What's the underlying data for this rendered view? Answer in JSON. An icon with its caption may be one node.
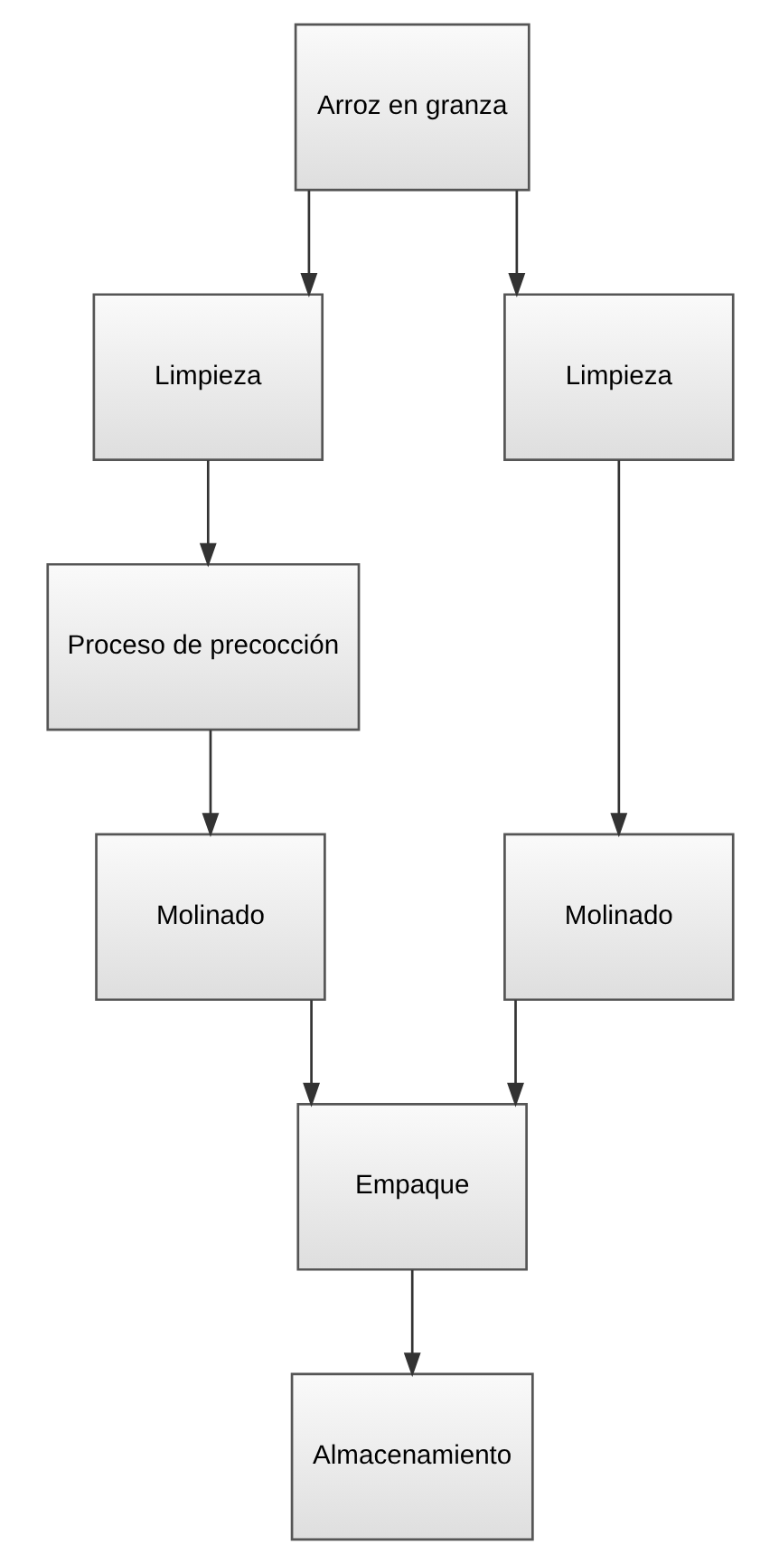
{
  "diagram": {
    "nodes": [
      {
        "text": [
          "Arroz en granza"
        ]
      },
      {
        "text": [
          "Limpieza"
        ]
      },
      {
        "text": [
          "Proceso de precocción"
        ]
      },
      {
        "text": [
          "Molinado"
        ]
      },
      {
        "text": [
          "Limpieza"
        ]
      },
      {
        "text": [
          "Molinado"
        ]
      },
      {
        "text": [
          "Empaque"
        ]
      },
      {
        "text": [
          "Almacenamiento"
        ]
      }
    ],
    "edges": [
      {
        "from": 0,
        "to": 1,
        "arrow": "to"
      },
      {
        "from": 0,
        "to": 4,
        "arrow": "to"
      },
      {
        "from": 1,
        "to": 2,
        "arrow": "to"
      },
      {
        "from": 2,
        "to": 3,
        "arrow": "to"
      },
      {
        "from": 3,
        "to": 6,
        "arrow": "to"
      },
      {
        "from": 4,
        "to": 5,
        "arrow": "to"
      },
      {
        "from": 5,
        "to": 6,
        "arrow": "to"
      },
      {
        "from": 6,
        "to": 7,
        "arrow": "to"
      }
    ]
  }
}
